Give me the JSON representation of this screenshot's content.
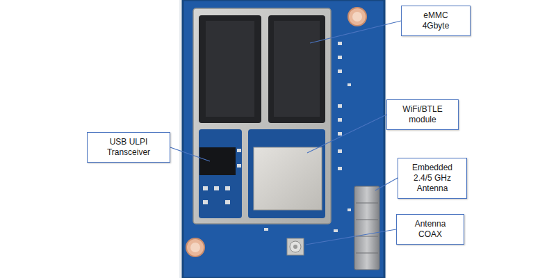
{
  "diagram": {
    "nodes": [
      {
        "text": [
          "eMMC 4Gbyte"
        ]
      },
      {
        "text": [
          "WiFi/BTLE module"
        ]
      },
      {
        "text": [
          "USB ULPI Transceiver"
        ]
      },
      {
        "text": [
          "Embedded 2.4/5 GHz Antenna"
        ]
      },
      {
        "text": [
          "Antenna COAX"
        ]
      }
    ]
  }
}
